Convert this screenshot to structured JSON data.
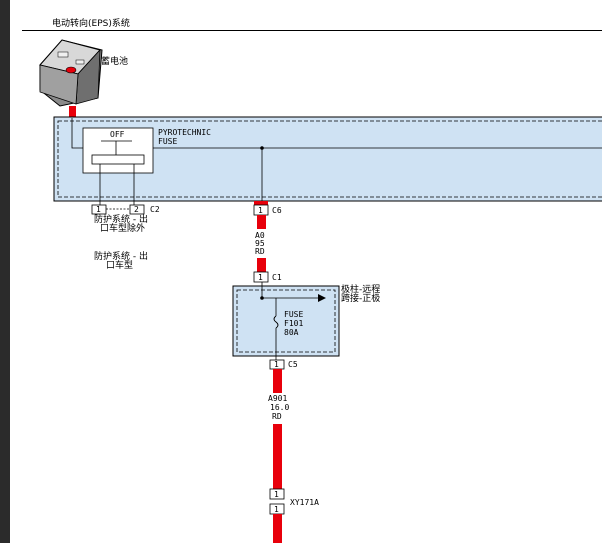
{
  "page": {
    "title": "电动转向(EPS)系统"
  },
  "battery": {
    "label": "蓄电池"
  },
  "pyro_fuse": {
    "state": "OFF",
    "name_line1": "PYROTECHNIC",
    "name_line2": "FUSE"
  },
  "connectors": {
    "c2": {
      "pin1": "1",
      "pin2": "2",
      "name": "C2"
    },
    "c6": {
      "pin": "1",
      "name": "C6"
    },
    "c1": {
      "pin": "1",
      "name": "C1"
    },
    "c5": {
      "pin": "1",
      "name": "C5"
    },
    "xy171a": {
      "pin_top": "1",
      "pin_bottom": "1",
      "name": "XY171A"
    }
  },
  "notes": {
    "note1_line1": "防护系统 - 出",
    "note1_line2": "口车型除外",
    "note2_line1": "防护系统 - 出",
    "note2_line2": "口车型"
  },
  "wires": {
    "w1": {
      "circuit": "A0",
      "gauge": "95",
      "color": "RD"
    },
    "w2": {
      "circuit": "A901",
      "gauge": "16.0",
      "color": "RD"
    }
  },
  "fuse_box": {
    "dest_line1": "极柱-远程",
    "dest_line2": "跨接-正极",
    "fuse_label": "FUSE",
    "fuse_id": "F101",
    "fuse_rating": "80A"
  },
  "colors": {
    "wire_red": "#e8000b",
    "module_fill": "#cfe2f3",
    "text": "#000000"
  }
}
